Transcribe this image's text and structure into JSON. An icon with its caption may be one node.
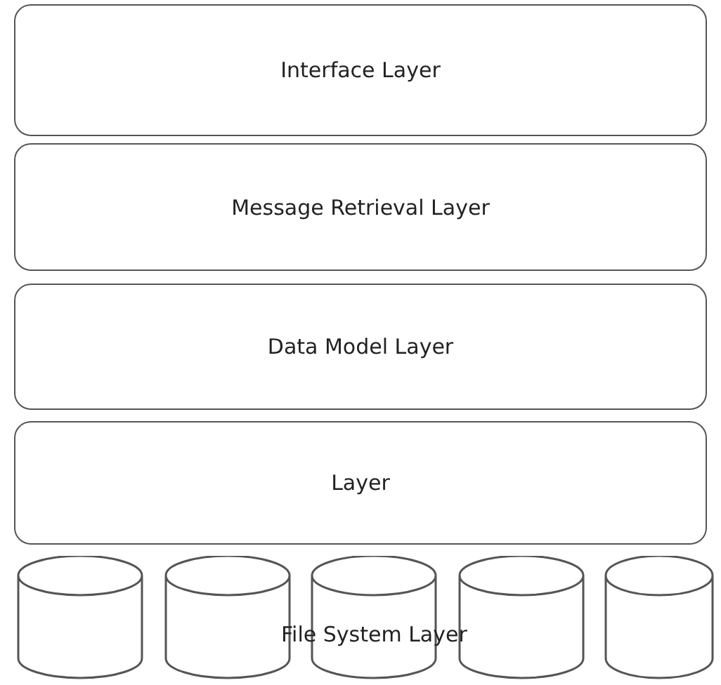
{
  "diagram": {
    "nodes": [
      {
        "text": [
          "Interface Layer"
        ]
      },
      {
        "text": [
          "Message Retrieval Layer"
        ]
      },
      {
        "text": [
          "Data Model Layer"
        ]
      },
      {
        "text": [
          "Layer"
        ]
      },
      {
        "text": [],
        "shape": "cylinder"
      },
      {
        "text": [],
        "shape": "cylinder"
      },
      {
        "text": [],
        "shape": "cylinder"
      },
      {
        "text": [],
        "shape": "cylinder"
      },
      {
        "text": [],
        "shape": "cylinder"
      }
    ],
    "labels": [
      "File System Layer"
    ]
  }
}
